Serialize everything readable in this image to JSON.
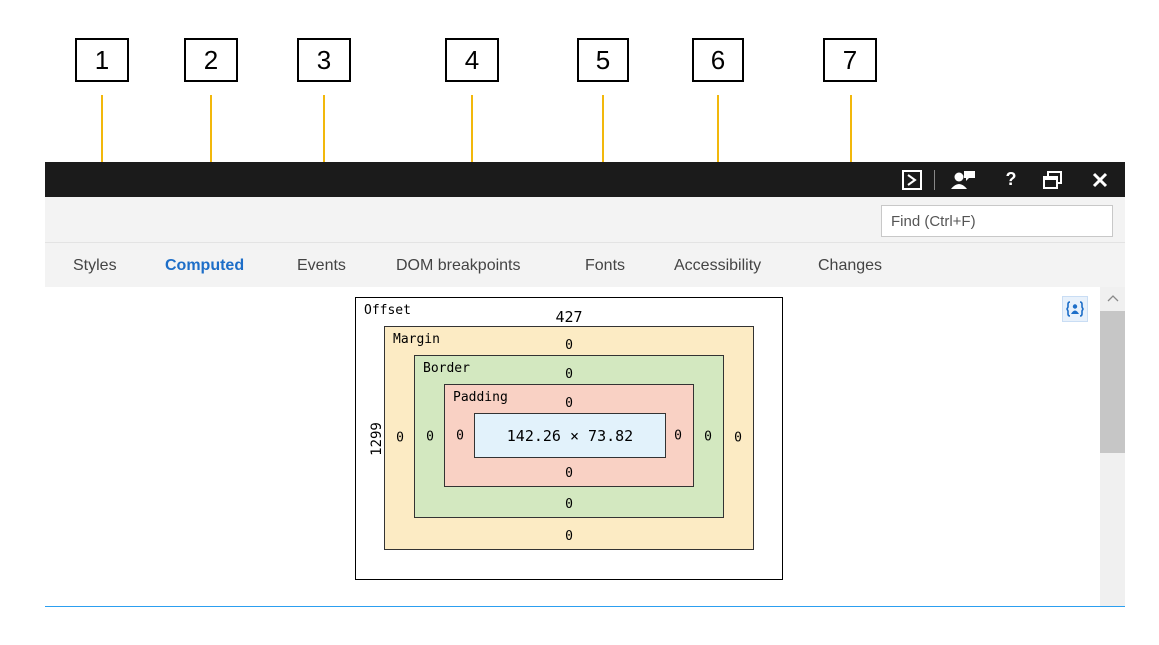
{
  "callouts": [
    "1",
    "2",
    "3",
    "4",
    "5",
    "6",
    "7"
  ],
  "titlebar": {
    "icons": [
      "console-icon",
      "feedback-icon",
      "help-icon",
      "undock-icon",
      "close-icon"
    ],
    "help_label": "?"
  },
  "toolbar": {
    "find_placeholder": "Find (Ctrl+F)"
  },
  "tabs": [
    {
      "label": "Styles",
      "active": false
    },
    {
      "label": "Computed",
      "active": true
    },
    {
      "label": "Events",
      "active": false
    },
    {
      "label": "DOM breakpoints",
      "active": false
    },
    {
      "label": "Fonts",
      "active": false
    },
    {
      "label": "Accessibility",
      "active": false
    },
    {
      "label": "Changes",
      "active": false
    }
  ],
  "box_model": {
    "offset": {
      "label": "Offset",
      "top": "427",
      "left": "1299"
    },
    "margin": {
      "label": "Margin",
      "top": "0",
      "bottom": "0",
      "left": "0",
      "right": "0"
    },
    "border": {
      "label": "Border",
      "top": "0",
      "bottom": "0",
      "left": "0",
      "right": "0"
    },
    "padding": {
      "label": "Padding",
      "top": "0",
      "bottom": "0",
      "left": "0",
      "right": "0"
    },
    "content_size": "142.26 × 73.82"
  },
  "colors": {
    "accent": "#1d6ec8",
    "leader": "#f2b80c",
    "margin_bg": "#fcebc4",
    "border_bg": "#d3e8c0",
    "padding_bg": "#f9d1c4",
    "content_bg": "#e2f2fb"
  }
}
